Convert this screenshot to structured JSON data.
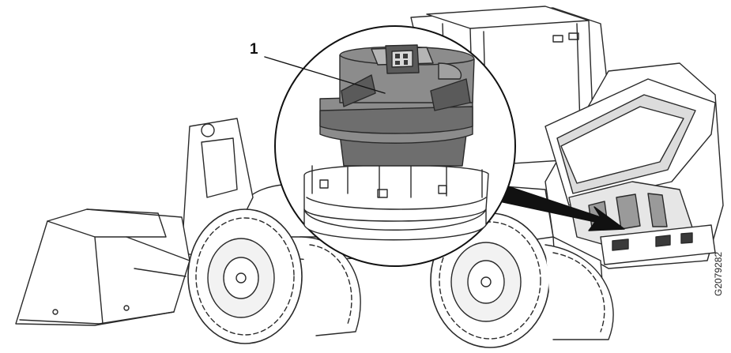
{
  "callout_number": "1",
  "figure_id": "G2079282",
  "colors": {
    "line": "#2a2a2a",
    "component_dark": "#6e6e6e",
    "component_mid": "#8c8c8c",
    "component_light": "#b5b5b5",
    "arrow": "#111111"
  },
  "icons": {
    "detail_callout": "magnified-detail-circle",
    "pointer": "black-arrow"
  }
}
